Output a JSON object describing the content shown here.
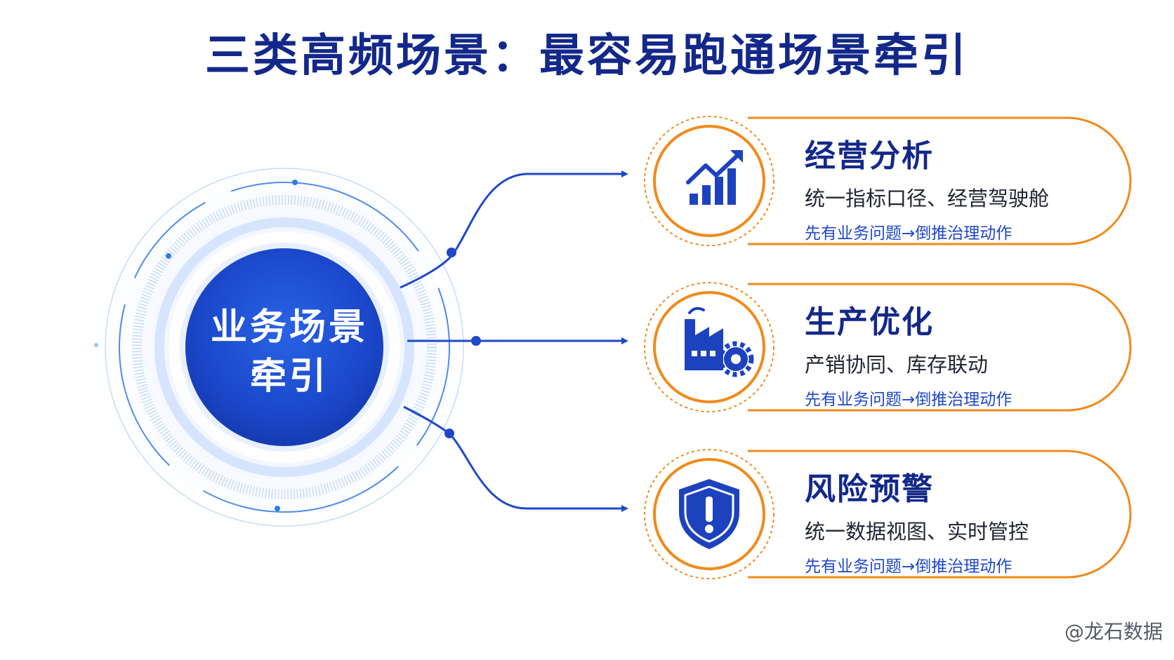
{
  "title": "三类高频场景：最容易跑通场景牵引",
  "hub": {
    "line1": "业务场景",
    "line2": "牵引"
  },
  "cards": [
    {
      "icon": "growth-chart-icon",
      "title": "经营分析",
      "desc": "统一指标口径、经营驾驶舱",
      "note": "先有业务问题→倒推治理动作"
    },
    {
      "icon": "factory-gear-icon",
      "title": "生产优化",
      "desc": "产销协同、库存联动",
      "note": "先有业务问题→倒推治理动作"
    },
    {
      "icon": "shield-alert-icon",
      "title": "风险预警",
      "desc": "统一数据视图、实时管控",
      "note": "先有业务问题→倒推治理动作"
    }
  ],
  "watermark": "@龙石数据",
  "colors": {
    "navy": "#13288a",
    "blue": "#1f48c8",
    "orange": "#f08a1c"
  }
}
